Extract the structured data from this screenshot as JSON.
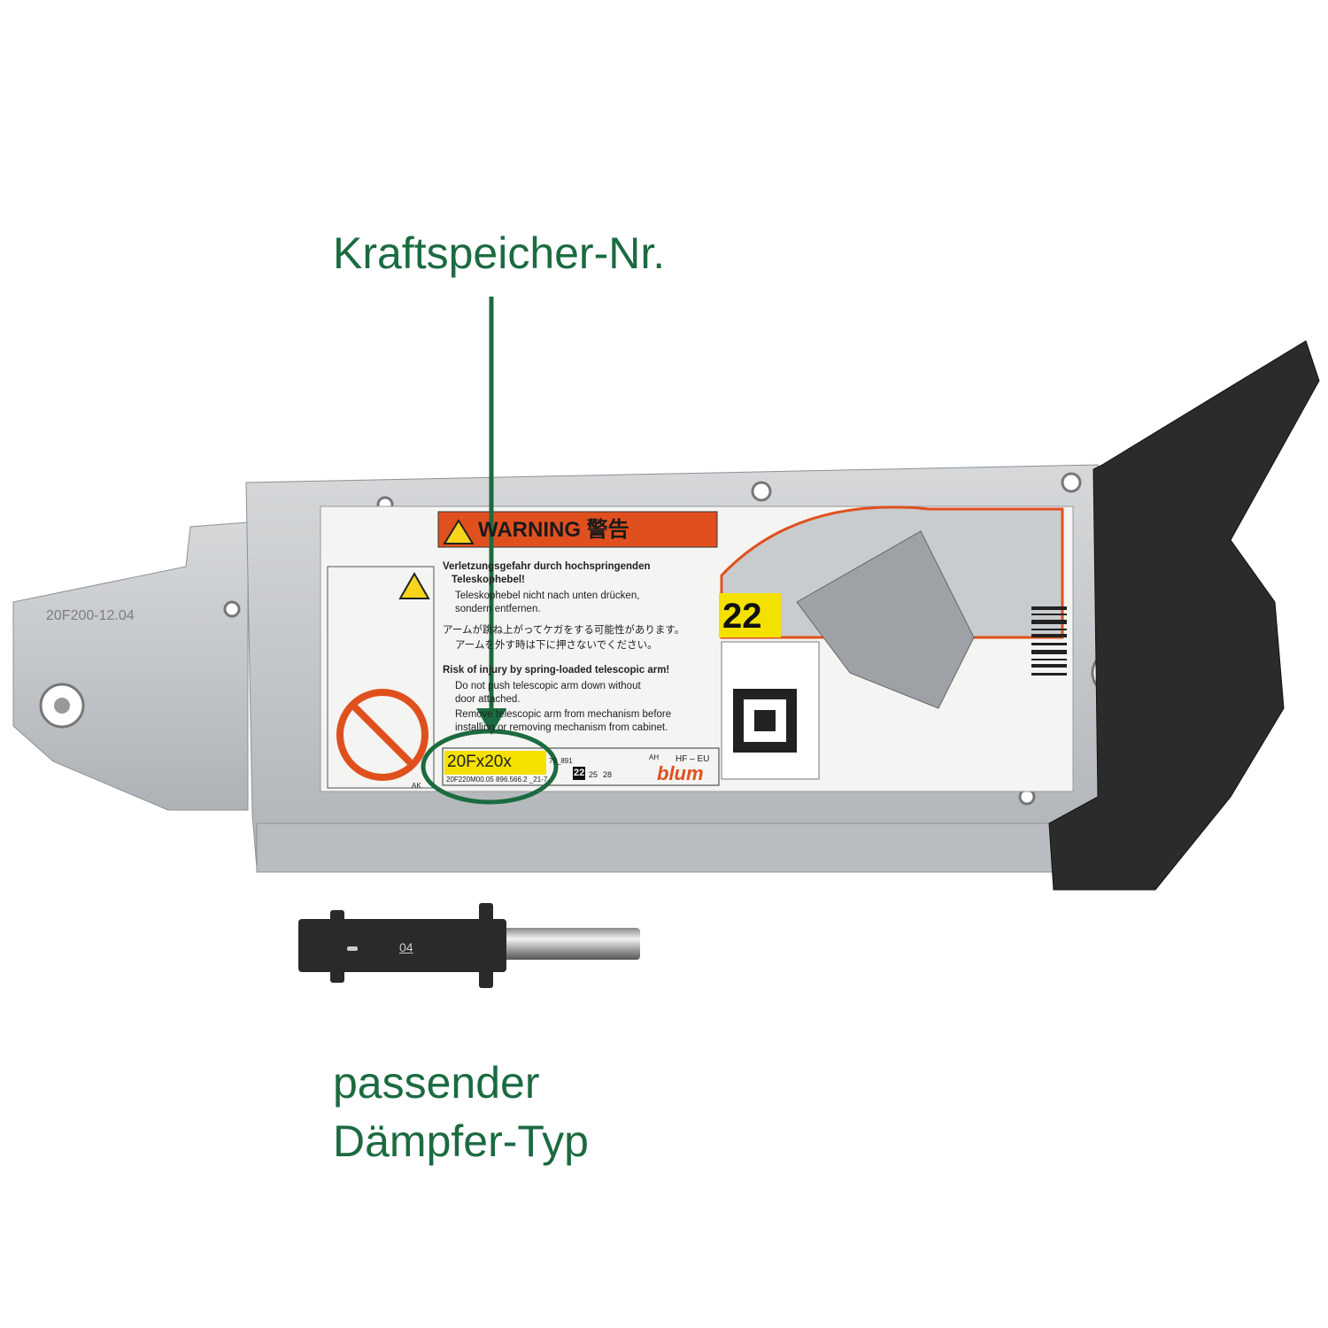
{
  "annotations": {
    "top_label": "Kraftspeicher-Nr.",
    "bottom_label_line1": "passender",
    "bottom_label_line2": "Dämpfer-Typ",
    "color": "#1b6b40"
  },
  "plate": {
    "stamp": "20F200-12.04",
    "size_badge": "22"
  },
  "warning_label": {
    "header": "WARNING 警告",
    "de_title_1": "Verletzungsgefahr durch hochspringenden",
    "de_title_2": "Teleskophebel!",
    "de_item_1": "Teleskophebel nicht nach unten drücken,",
    "de_item_1b": "sondern entfernen.",
    "jp_line_1": "アームが跳ね上がってケガをする可能性があります。",
    "jp_line_2": "アームを外す時は下に押さないでください。",
    "en_title": "Risk of injury by spring-loaded telescopic arm!",
    "en_item_1a": "Do not push telescopic arm down without",
    "en_item_1b": "door attached.",
    "en_item_2a": "Remove telescopic arm from mechanism before",
    "en_item_2b": "installing or removing mechanism from cabinet.",
    "part_number": "20Fx20x",
    "code_small": "79_891",
    "code_line": "20F220M00.05  896.566.2  _21-7",
    "sizes": [
      "22",
      "25",
      "28"
    ],
    "ah": "AH",
    "region": "HF – EU",
    "brand": "blum",
    "ak": "AK"
  },
  "damper": {
    "number": "04"
  }
}
